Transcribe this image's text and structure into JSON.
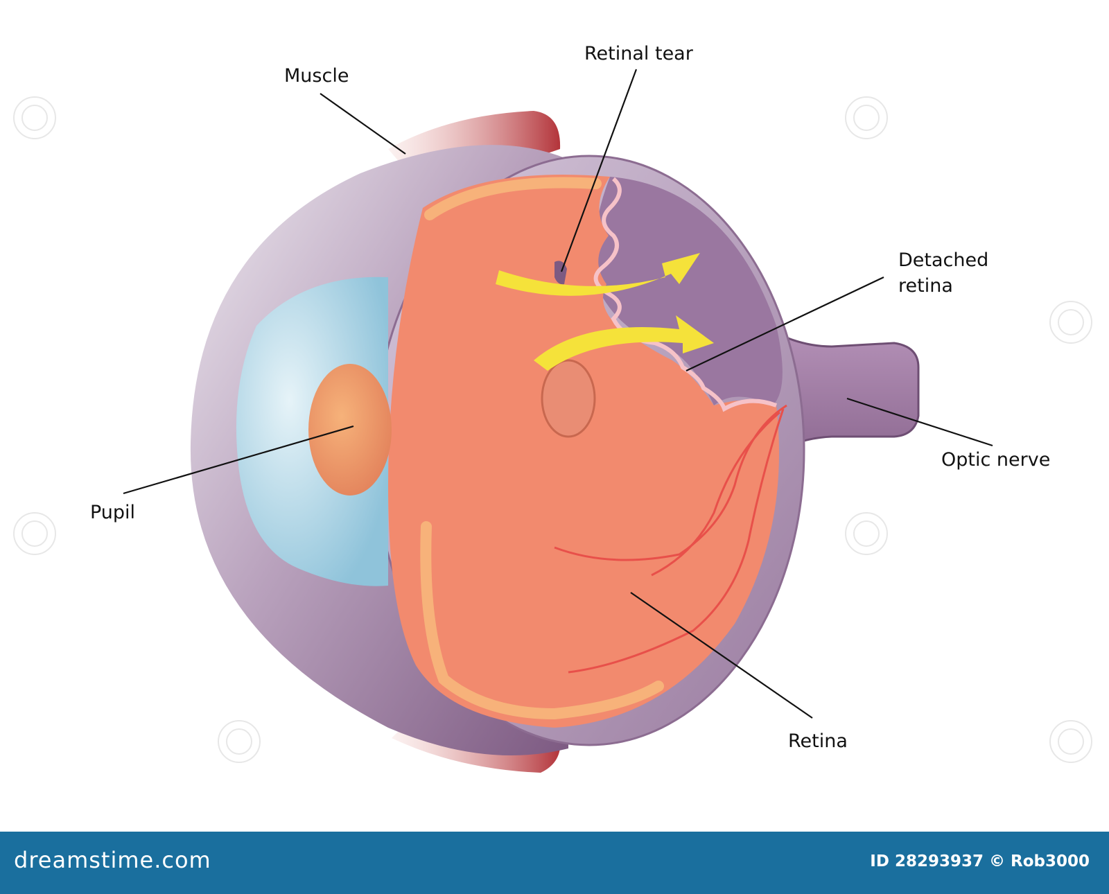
{
  "labels": {
    "muscle": "Muscle",
    "retinal_tear": "Retinal tear",
    "detached_retina_line1": "Detached",
    "detached_retina_line2": "retina",
    "optic_nerve": "Optic nerve",
    "pupil": "Pupil",
    "retina": "Retina"
  },
  "watermark": "dreamstime",
  "footer": {
    "brand": "dreamstime.com",
    "credit": "ID 28293937 © Rob3000"
  },
  "colors": {
    "sclera": "#8e6a92",
    "retina": "#f28a6e",
    "lens": "#9ccbe0",
    "muscle": "#b3343a",
    "arrows": "#f5e23a",
    "footer": "#1a6f9e"
  }
}
